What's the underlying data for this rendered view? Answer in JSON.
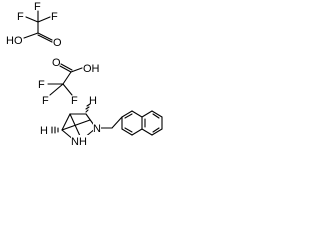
{
  "molecule": {
    "acid1": {
      "f_top": "F",
      "f_left": "F",
      "f_right": "F",
      "ho": "HO",
      "o": "O"
    },
    "acid2": {
      "o_top": "O",
      "oh": "OH",
      "f_left": "F",
      "f_bottom_left": "F",
      "f_bottom_right": "F"
    },
    "amine": {
      "h_top": "H",
      "h_left": "H",
      "n": "N",
      "nh": "NH"
    }
  }
}
